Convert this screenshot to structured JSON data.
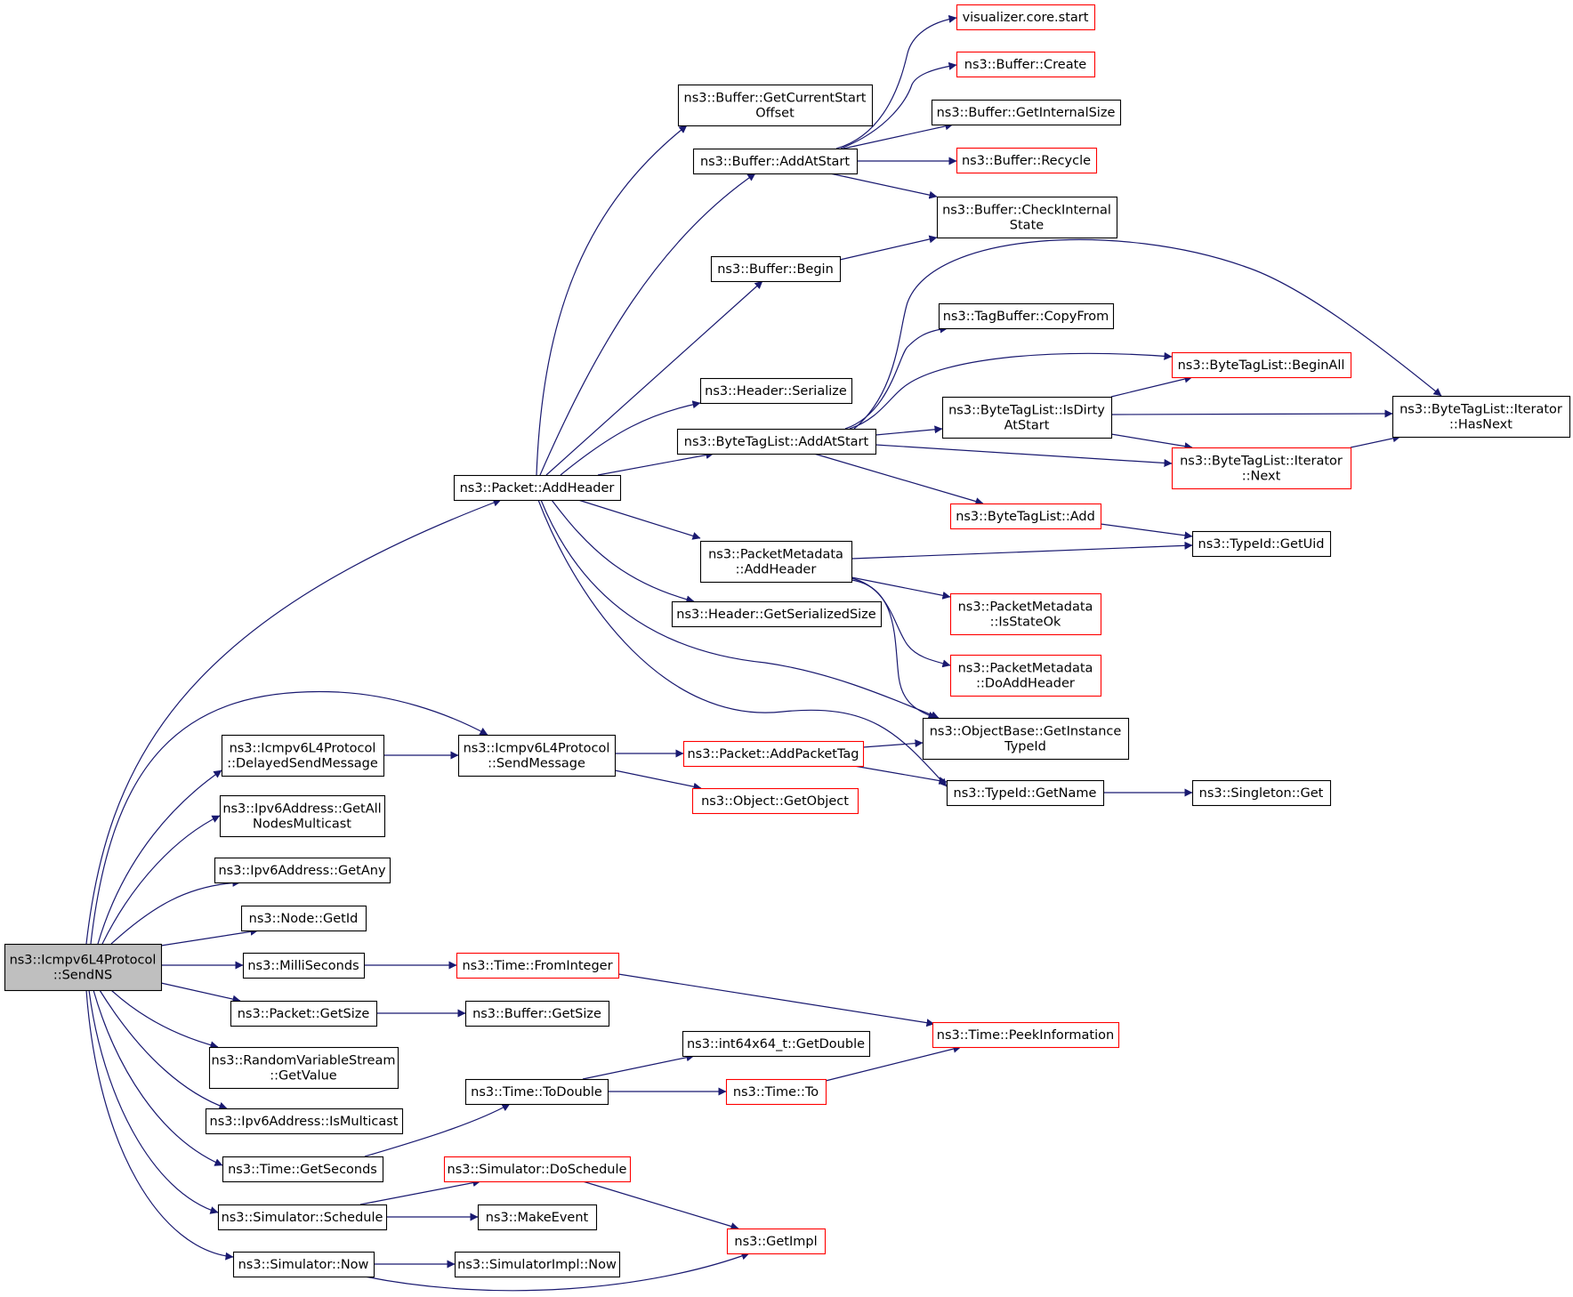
{
  "diagram": {
    "type": "call-graph",
    "colors": {
      "edge": "#191970",
      "node_border": "#000000",
      "node_border_truncated": "#ff0000",
      "root_fill": "#bfbfbf",
      "node_fill": "#ffffff"
    },
    "nodes": [
      {
        "id": "sendns",
        "lines": [
          "ns3::Icmpv6L4Protocol",
          "::SendNS"
        ],
        "style": "root"
      },
      {
        "id": "addheader",
        "lines": [
          "ns3::Packet::AddHeader"
        ],
        "style": "normal"
      },
      {
        "id": "delayed",
        "lines": [
          "ns3::Icmpv6L4Protocol",
          "::DelayedSendMessage"
        ],
        "style": "normal"
      },
      {
        "id": "sendmsg",
        "lines": [
          "ns3::Icmpv6L4Protocol",
          "::SendMessage"
        ],
        "style": "normal"
      },
      {
        "id": "getallnodes",
        "lines": [
          "ns3::Ipv6Address::GetAll",
          "NodesMulticast"
        ],
        "style": "normal"
      },
      {
        "id": "getany",
        "lines": [
          "ns3::Ipv6Address::GetAny"
        ],
        "style": "normal"
      },
      {
        "id": "nodegetid",
        "lines": [
          "ns3::Node::GetId"
        ],
        "style": "normal"
      },
      {
        "id": "millis",
        "lines": [
          "ns3::MilliSeconds"
        ],
        "style": "normal"
      },
      {
        "id": "pktgetsize",
        "lines": [
          "ns3::Packet::GetSize"
        ],
        "style": "normal"
      },
      {
        "id": "rvsgetvalue",
        "lines": [
          "ns3::RandomVariableStream",
          "::GetValue"
        ],
        "style": "normal"
      },
      {
        "id": "ismulticast",
        "lines": [
          "ns3::Ipv6Address::IsMulticast"
        ],
        "style": "normal"
      },
      {
        "id": "getseconds",
        "lines": [
          "ns3::Time::GetSeconds"
        ],
        "style": "normal"
      },
      {
        "id": "schedule",
        "lines": [
          "ns3::Simulator::Schedule"
        ],
        "style": "normal"
      },
      {
        "id": "simnow",
        "lines": [
          "ns3::Simulator::Now"
        ],
        "style": "normal"
      },
      {
        "id": "getcurstart",
        "lines": [
          "ns3::Buffer::GetCurrentStart",
          "Offset"
        ],
        "style": "normal"
      },
      {
        "id": "bufaddatstart",
        "lines": [
          "ns3::Buffer::AddAtStart"
        ],
        "style": "normal"
      },
      {
        "id": "bufbegin",
        "lines": [
          "ns3::Buffer::Begin"
        ],
        "style": "normal"
      },
      {
        "id": "hdrserialize",
        "lines": [
          "ns3::Header::Serialize"
        ],
        "style": "normal"
      },
      {
        "id": "btladdatstart",
        "lines": [
          "ns3::ByteTagList::AddAtStart"
        ],
        "style": "normal"
      },
      {
        "id": "pmaddheader",
        "lines": [
          "ns3::PacketMetadata",
          "::AddHeader"
        ],
        "style": "normal"
      },
      {
        "id": "hdrgetsersize",
        "lines": [
          "ns3::Header::GetSerializedSize"
        ],
        "style": "normal"
      },
      {
        "id": "addpackettag",
        "lines": [
          "ns3::Packet::AddPacketTag"
        ],
        "style": "truncated"
      },
      {
        "id": "getobject",
        "lines": [
          "ns3::Object::GetObject"
        ],
        "style": "truncated"
      },
      {
        "id": "fromint",
        "lines": [
          "ns3::Time::FromInteger"
        ],
        "style": "truncated"
      },
      {
        "id": "bufgetsize",
        "lines": [
          "ns3::Buffer::GetSize"
        ],
        "style": "normal"
      },
      {
        "id": "getdouble",
        "lines": [
          "ns3::int64x64_t::GetDouble"
        ],
        "style": "normal"
      },
      {
        "id": "todouble",
        "lines": [
          "ns3::Time::ToDouble"
        ],
        "style": "normal"
      },
      {
        "id": "timeto",
        "lines": [
          "ns3::Time::To"
        ],
        "style": "truncated"
      },
      {
        "id": "doschedule",
        "lines": [
          "ns3::Simulator::DoSchedule"
        ],
        "style": "truncated"
      },
      {
        "id": "makeevent",
        "lines": [
          "ns3::MakeEvent"
        ],
        "style": "normal"
      },
      {
        "id": "simimplnow",
        "lines": [
          "ns3::SimulatorImpl::Now"
        ],
        "style": "normal"
      },
      {
        "id": "getimpl",
        "lines": [
          "ns3::GetImpl"
        ],
        "style": "truncated"
      },
      {
        "id": "vizstart",
        "lines": [
          "visualizer.core.start"
        ],
        "style": "truncated"
      },
      {
        "id": "bufcreate",
        "lines": [
          "ns3::Buffer::Create"
        ],
        "style": "truncated"
      },
      {
        "id": "bufgetintsize",
        "lines": [
          "ns3::Buffer::GetInternalSize"
        ],
        "style": "normal"
      },
      {
        "id": "bufrecycle",
        "lines": [
          "ns3::Buffer::Recycle"
        ],
        "style": "truncated"
      },
      {
        "id": "bufcheckint",
        "lines": [
          "ns3::Buffer::CheckInternal",
          "State"
        ],
        "style": "normal"
      },
      {
        "id": "tagcopyfrom",
        "lines": [
          "ns3::TagBuffer::CopyFrom"
        ],
        "style": "normal"
      },
      {
        "id": "btlbeginall",
        "lines": [
          "ns3::ByteTagList::BeginAll"
        ],
        "style": "truncated"
      },
      {
        "id": "btlisdirty",
        "lines": [
          "ns3::ByteTagList::IsDirty",
          "AtStart"
        ],
        "style": "normal"
      },
      {
        "id": "btlhasnext",
        "lines": [
          "ns3::ByteTagList::Iterator",
          "::HasNext"
        ],
        "style": "normal"
      },
      {
        "id": "btlnext",
        "lines": [
          "ns3::ByteTagList::Iterator",
          "::Next"
        ],
        "style": "truncated"
      },
      {
        "id": "btladd",
        "lines": [
          "ns3::ByteTagList::Add"
        ],
        "style": "truncated"
      },
      {
        "id": "typeidgetuid",
        "lines": [
          "ns3::TypeId::GetUid"
        ],
        "style": "normal"
      },
      {
        "id": "pmisstateok",
        "lines": [
          "ns3::PacketMetadata",
          "::IsStateOk"
        ],
        "style": "truncated"
      },
      {
        "id": "pmdoaddheader",
        "lines": [
          "ns3::PacketMetadata",
          "::DoAddHeader"
        ],
        "style": "truncated"
      },
      {
        "id": "objgetinsttype",
        "lines": [
          "ns3::ObjectBase::GetInstance",
          "TypeId"
        ],
        "style": "normal"
      },
      {
        "id": "typeidgetname",
        "lines": [
          "ns3::TypeId::GetName"
        ],
        "style": "normal"
      },
      {
        "id": "singletonget",
        "lines": [
          "ns3::Singleton::Get"
        ],
        "style": "normal"
      },
      {
        "id": "peekinfo",
        "lines": [
          "ns3::Time::PeekInformation"
        ],
        "style": "truncated"
      }
    ],
    "edges": [
      [
        "sendns",
        "addheader"
      ],
      [
        "sendns",
        "delayed"
      ],
      [
        "sendns",
        "sendmsg"
      ],
      [
        "sendns",
        "getallnodes"
      ],
      [
        "sendns",
        "getany"
      ],
      [
        "sendns",
        "nodegetid"
      ],
      [
        "sendns",
        "millis"
      ],
      [
        "sendns",
        "pktgetsize"
      ],
      [
        "sendns",
        "rvsgetvalue"
      ],
      [
        "sendns",
        "ismulticast"
      ],
      [
        "sendns",
        "getseconds"
      ],
      [
        "sendns",
        "schedule"
      ],
      [
        "sendns",
        "simnow"
      ],
      [
        "addheader",
        "getcurstart"
      ],
      [
        "addheader",
        "bufaddatstart"
      ],
      [
        "addheader",
        "bufbegin"
      ],
      [
        "addheader",
        "hdrserialize"
      ],
      [
        "addheader",
        "btladdatstart"
      ],
      [
        "addheader",
        "pmaddheader"
      ],
      [
        "addheader",
        "hdrgetsersize"
      ],
      [
        "addheader",
        "objgetinsttype"
      ],
      [
        "addheader",
        "typeidgetname"
      ],
      [
        "delayed",
        "sendmsg"
      ],
      [
        "sendmsg",
        "addpackettag"
      ],
      [
        "sendmsg",
        "getobject"
      ],
      [
        "millis",
        "fromint"
      ],
      [
        "pktgetsize",
        "bufgetsize"
      ],
      [
        "getseconds",
        "todouble"
      ],
      [
        "schedule",
        "doschedule"
      ],
      [
        "schedule",
        "makeevent"
      ],
      [
        "simnow",
        "simimplnow"
      ],
      [
        "simnow",
        "getimpl"
      ],
      [
        "bufaddatstart",
        "vizstart"
      ],
      [
        "bufaddatstart",
        "bufcreate"
      ],
      [
        "bufaddatstart",
        "bufgetintsize"
      ],
      [
        "bufaddatstart",
        "bufrecycle"
      ],
      [
        "bufaddatstart",
        "bufcheckint"
      ],
      [
        "bufbegin",
        "bufcheckint"
      ],
      [
        "btladdatstart",
        "tagcopyfrom"
      ],
      [
        "btladdatstart",
        "btlbeginall"
      ],
      [
        "btladdatstart",
        "btlisdirty"
      ],
      [
        "btladdatstart",
        "btlhasnext"
      ],
      [
        "btladdatstart",
        "btlnext"
      ],
      [
        "btladdatstart",
        "btladd"
      ],
      [
        "btlisdirty",
        "btlbeginall"
      ],
      [
        "btlisdirty",
        "btlhasnext"
      ],
      [
        "btlisdirty",
        "btlnext"
      ],
      [
        "btlnext",
        "btlhasnext"
      ],
      [
        "btladd",
        "typeidgetuid"
      ],
      [
        "pmaddheader",
        "typeidgetuid"
      ],
      [
        "pmaddheader",
        "pmisstateok"
      ],
      [
        "pmaddheader",
        "pmdoaddheader"
      ],
      [
        "pmaddheader",
        "objgetinsttype"
      ],
      [
        "addpackettag",
        "objgetinsttype"
      ],
      [
        "addpackettag",
        "typeidgetname"
      ],
      [
        "typeidgetname",
        "singletonget"
      ],
      [
        "fromint",
        "peekinfo"
      ],
      [
        "todouble",
        "getdouble"
      ],
      [
        "todouble",
        "timeto"
      ],
      [
        "timeto",
        "peekinfo"
      ],
      [
        "doschedule",
        "getimpl"
      ]
    ]
  }
}
